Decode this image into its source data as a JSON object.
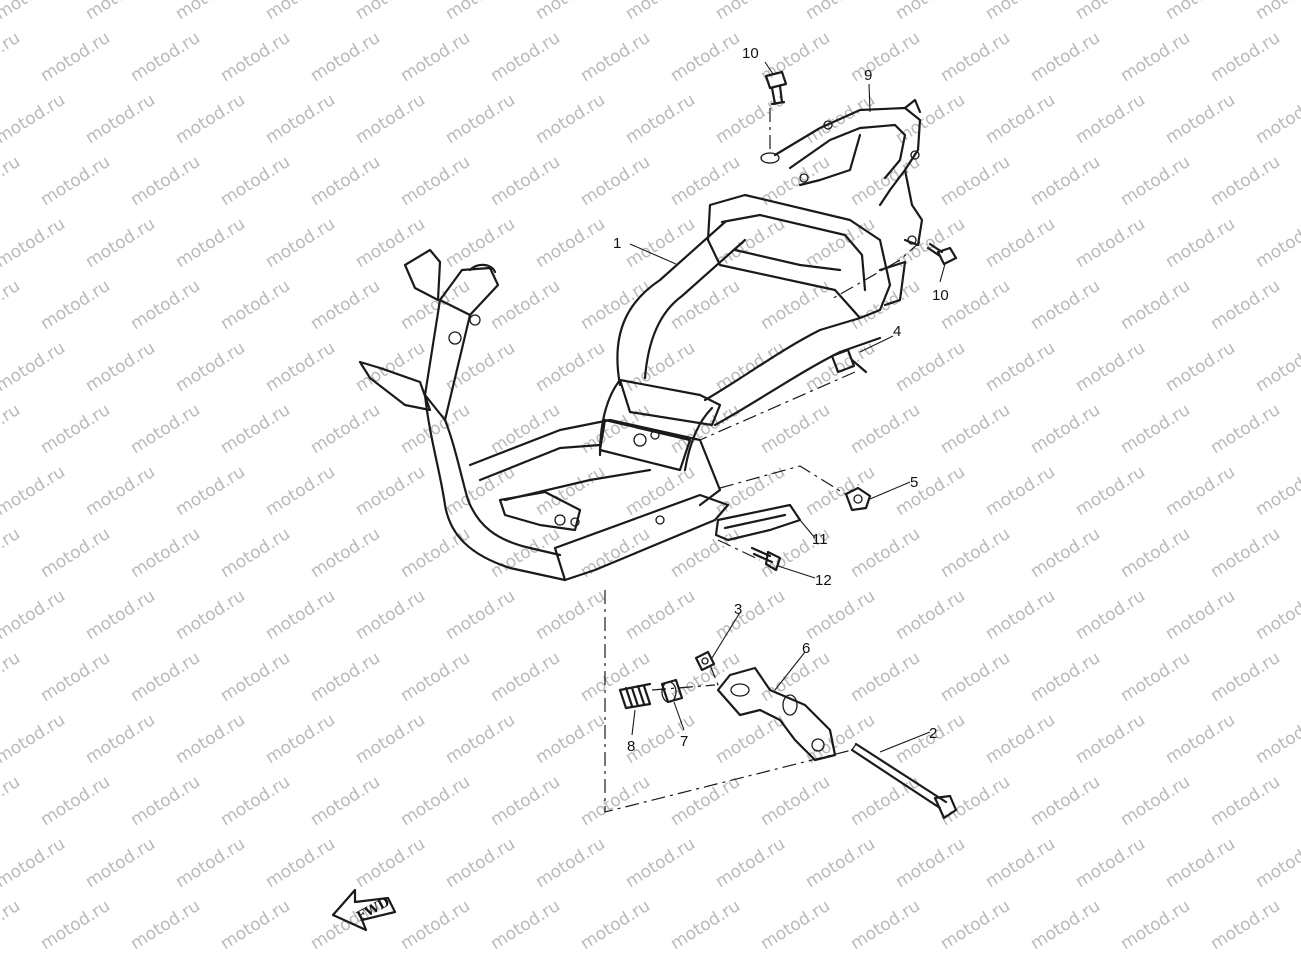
{
  "watermark": {
    "text": "motod.ru"
  },
  "diagram": {
    "fwd_label": "FWD",
    "callouts": [
      {
        "id": "c1",
        "label": "1"
      },
      {
        "id": "c2",
        "label": "2"
      },
      {
        "id": "c3",
        "label": "3"
      },
      {
        "id": "c4",
        "label": "4"
      },
      {
        "id": "c5",
        "label": "5"
      },
      {
        "id": "c6",
        "label": "6"
      },
      {
        "id": "c7",
        "label": "7"
      },
      {
        "id": "c8",
        "label": "8"
      },
      {
        "id": "c9",
        "label": "9"
      },
      {
        "id": "c10a",
        "label": "10"
      },
      {
        "id": "c10b",
        "label": "10"
      },
      {
        "id": "c11",
        "label": "11"
      },
      {
        "id": "c12",
        "label": "12"
      }
    ]
  }
}
